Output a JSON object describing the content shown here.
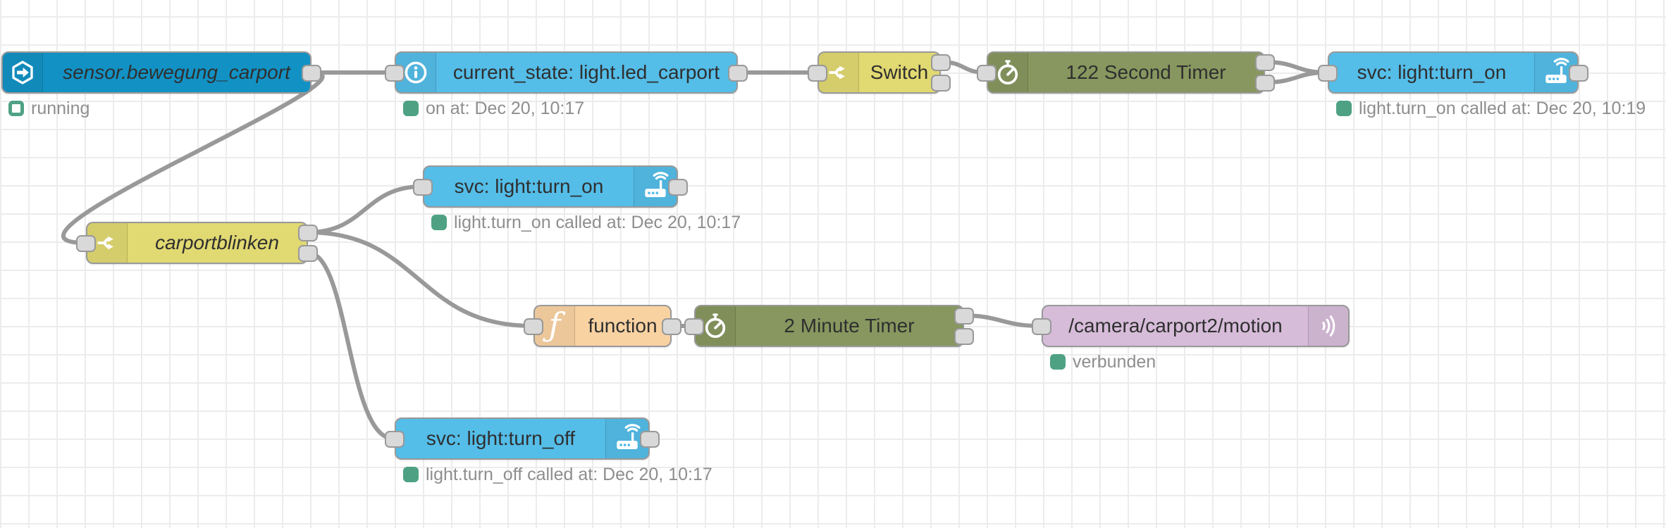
{
  "app": "node-red-flow-editor",
  "colors": {
    "ha_entity_node": "#1292c4",
    "ha_service_node": "#54bde8",
    "switch_node": "#e1d971",
    "timer_node": "#87975f",
    "function_node": "#f9d2a2",
    "mqtt_node": "#d6bcd9",
    "wire": "#999999",
    "grid": "#ececec",
    "status_green": "#4ea283",
    "status_text": "#8e8e8e"
  },
  "nodes": [
    {
      "label": "sensor.bewegung_carport",
      "icon": "hexagon-arrow-icon",
      "status": "running",
      "status_shape": "ring"
    },
    {
      "label": "current_state: light.led_carport",
      "icon": "info-icon",
      "status": "on at: Dec 20, 10:17",
      "status_shape": "dot"
    },
    {
      "label": "Switch",
      "icon": "fork-icon",
      "status": null
    },
    {
      "label": "122 Second Timer",
      "icon": "stopwatch-icon",
      "status": null
    },
    {
      "label": "svc: light:turn_on",
      "icon": "router-icon",
      "status": "light.turn_on called at: Dec 20, 10:19",
      "status_shape": "dot"
    },
    {
      "label": "svc: light:turn_on",
      "icon": "router-icon",
      "status": "light.turn_on called at: Dec 20, 10:17",
      "status_shape": "dot"
    },
    {
      "label": "carportblinken",
      "icon": "fork-icon",
      "status": null
    },
    {
      "label": "function",
      "icon": "function-icon",
      "status": null
    },
    {
      "label": "2 Minute Timer",
      "icon": "stopwatch-icon",
      "status": null
    },
    {
      "label": "/camera/carport2/motion",
      "icon": "broadcast-icon",
      "status": "verbunden",
      "status_shape": "dot"
    },
    {
      "label": "svc: light:turn_off",
      "icon": "router-icon",
      "status": "light.turn_off called at: Dec 20, 10:17",
      "status_shape": "dot"
    }
  ]
}
